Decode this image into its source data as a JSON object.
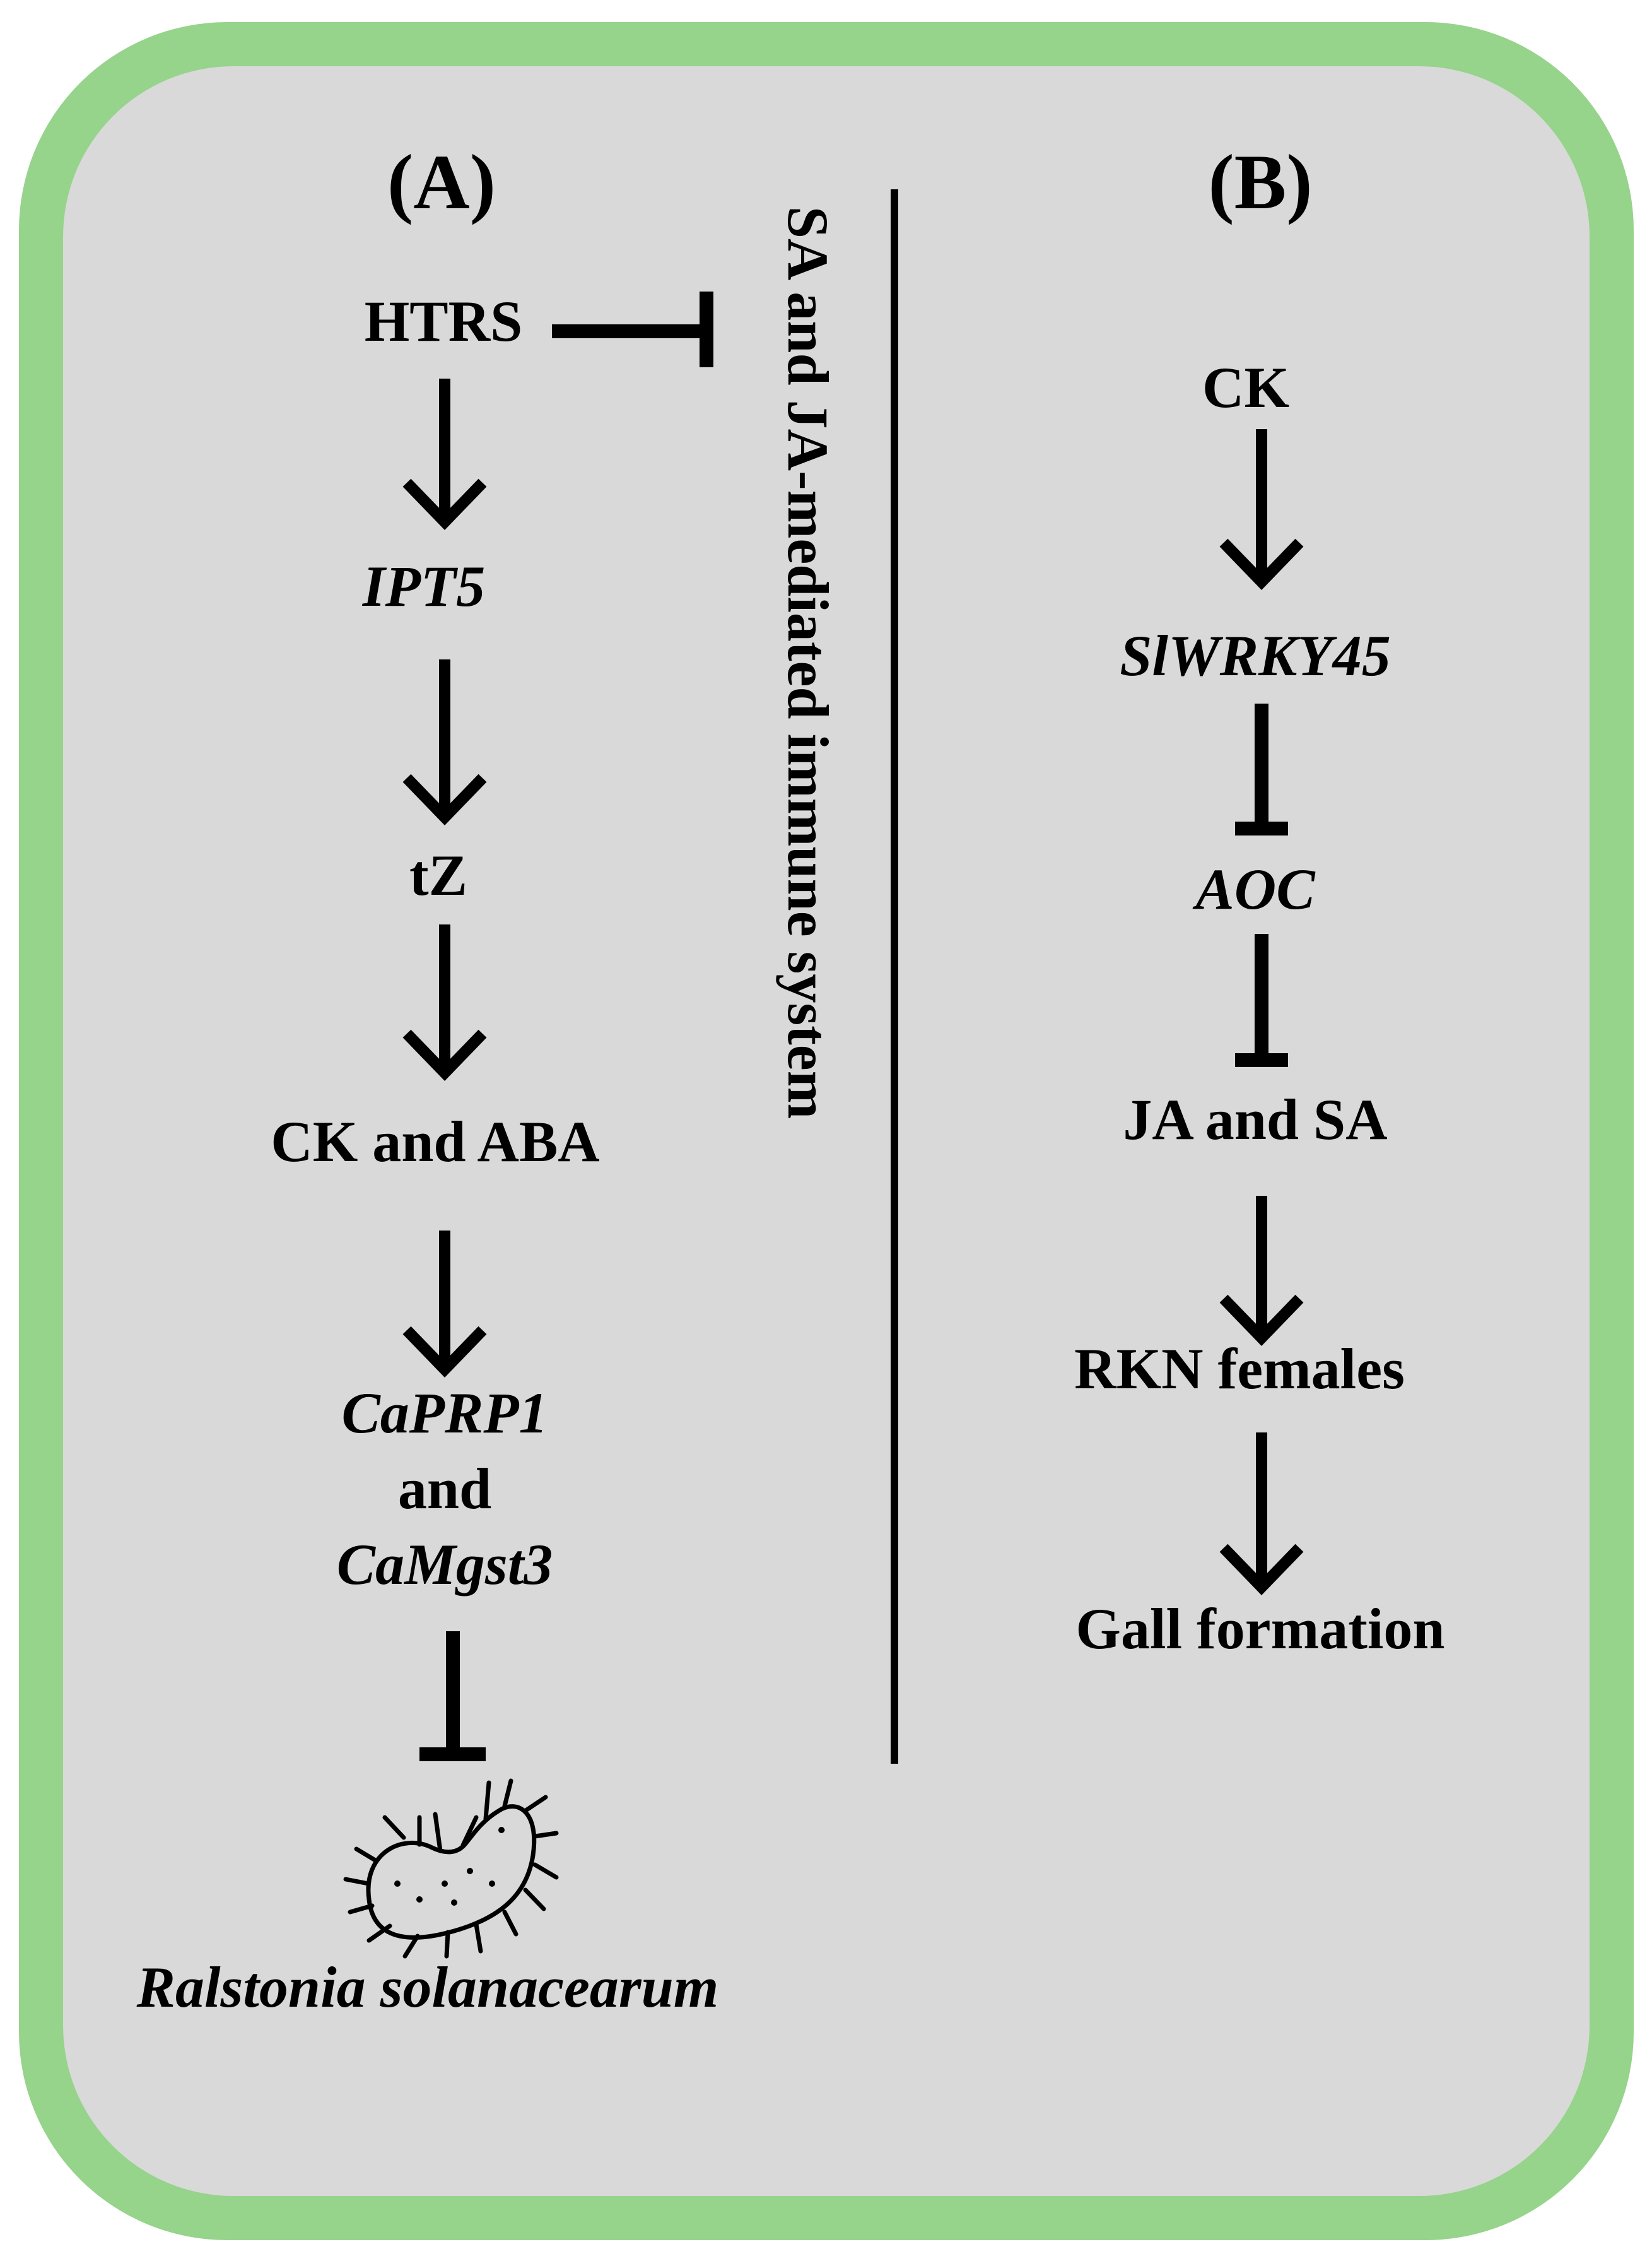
{
  "colors": {
    "border": "#96d38b",
    "background": "#d9d9d9",
    "ink": "#000000"
  },
  "panel_a": {
    "label": "(A)",
    "nodes": {
      "htrs": "HTRS",
      "ipt5": "IPT5",
      "tz": "tZ",
      "ck_aba": "CK and ABA",
      "caprp1": "CaPRP1",
      "and": "and",
      "camgst3": "CaMgst3",
      "pathogen": "Ralstonia solanacearum"
    },
    "inhibited_system": "SA and JA-mediated immune system",
    "pathogen_icon": "bacterium-icon"
  },
  "panel_b": {
    "label": "(B)",
    "nodes": {
      "ck": "CK",
      "slwrky45": "SlWRKY45",
      "aoc": "AOC",
      "ja_sa": "JA and SA",
      "rkn": "RKN females",
      "gall": "Gall formation"
    }
  }
}
